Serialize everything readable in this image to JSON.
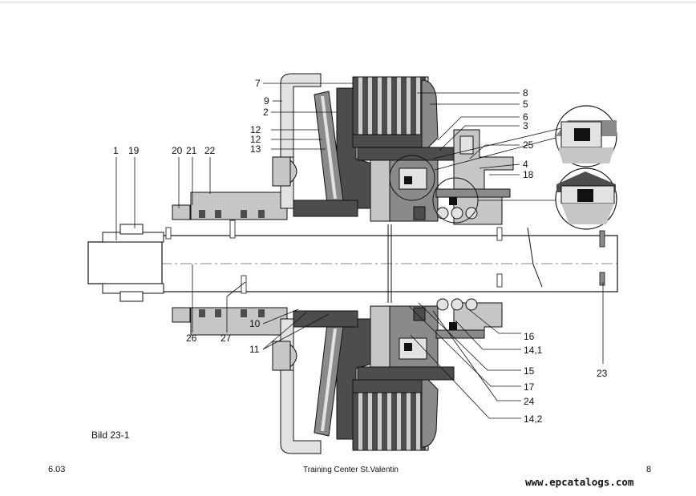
{
  "labels": {
    "l1": "1",
    "l2": "2",
    "l3": "3",
    "l4": "4",
    "l5": "5",
    "l6": "6",
    "l7": "7",
    "l8": "8",
    "l9": "9",
    "l10": "10",
    "l11": "11",
    "l12a": "12",
    "l12b": "12",
    "l13": "13",
    "l14_1": "14,1",
    "l14_2": "14,2",
    "l15": "15",
    "l16": "16",
    "l17": "17",
    "l18": "18",
    "l19": "19",
    "l20": "20",
    "l21": "21",
    "l22": "22",
    "l23": "23",
    "l24": "24",
    "l25": "25",
    "l26": "26",
    "l27": "27"
  },
  "caption": "Bild 23-1",
  "footer": {
    "left": "6.03",
    "center": "Training Center St.Valentin",
    "right": "8"
  },
  "watermark": "www.epcatalogs.com",
  "colors": {
    "dark": "#4d4d4d",
    "mid": "#8a8a8a",
    "light": "#c6c6c6",
    "lighter": "#e2e2e2"
  }
}
